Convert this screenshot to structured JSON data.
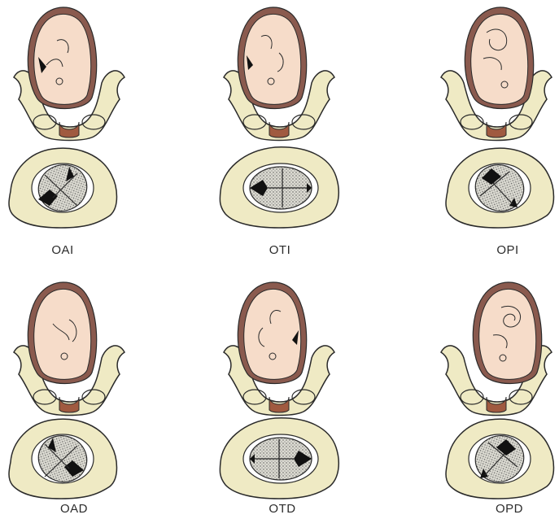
{
  "figure": {
    "colors": {
      "bone": "#efeac4",
      "bone_outline": "#2a2a2a",
      "uterus": "#8a5a4e",
      "fetus_skin": "#f6dcc9",
      "cervix": "#a05a40",
      "head_fill": "#d8d6cc"
    },
    "panels": [
      {
        "id": "oai",
        "label": "OAI",
        "row": 1,
        "col": 1
      },
      {
        "id": "oti",
        "label": "OTI",
        "row": 1,
        "col": 2
      },
      {
        "id": "opi",
        "label": "OPI",
        "row": 1,
        "col": 3
      },
      {
        "id": "oad",
        "label": "OAD",
        "row": 2,
        "col": 1
      },
      {
        "id": "otd",
        "label": "OTD",
        "row": 2,
        "col": 2
      },
      {
        "id": "opd",
        "label": "OPD",
        "row": 2,
        "col": 3
      }
    ]
  }
}
